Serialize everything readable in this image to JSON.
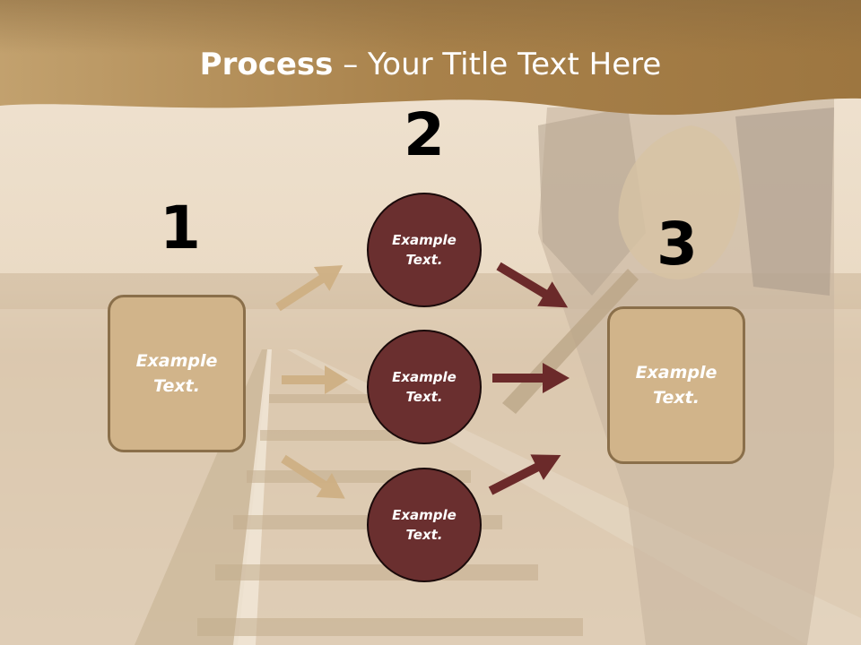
{
  "title": {
    "bold": "Process",
    "separator": " – ",
    "rest": "Your Title Text Here"
  },
  "steps": {
    "one": "1",
    "two": "2",
    "three": "3"
  },
  "left_box": {
    "text": "Example Text."
  },
  "circles": [
    {
      "text": "Example Text."
    },
    {
      "text": "Example Text."
    },
    {
      "text": "Example Text."
    }
  ],
  "right_box": {
    "text": "Example Text."
  },
  "colors": {
    "header": "#a87f44",
    "box_fill": "#d1b48a",
    "box_border": "#8a6f4a",
    "circle_fill": "#6a2f2f",
    "arrow_light": "#cfb084",
    "arrow_dark": "#6b2a2a"
  }
}
